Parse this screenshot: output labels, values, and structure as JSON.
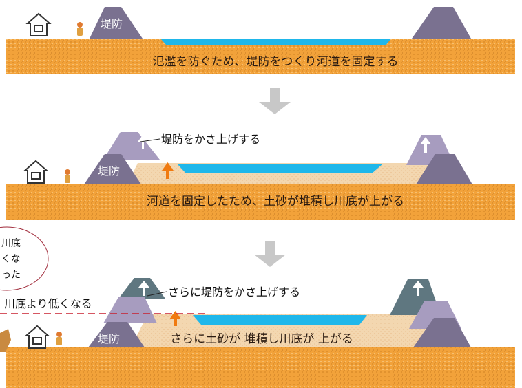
{
  "colors": {
    "ground": "#f2a23a",
    "sediment": "#f3d7b0",
    "water": "#1fb7ea",
    "embankment_dark": "#7a7190",
    "embankment_mid": "#a79cbf",
    "embankment_top": "#5f7780",
    "arrow_orange": "#f07a10",
    "arrow_gray": "#c8c8c8",
    "bubble_border": "#a02a3a",
    "dashed_line": "#c81e2e"
  },
  "icons": [
    "house-icon",
    "person-icon",
    "up-arrow-icon",
    "down-arrow-icon",
    "speech-bubble"
  ],
  "panel1": {
    "embankment_label": "堤防",
    "caption": "氾濫を防ぐため、堤防をつくり河道を固定する"
  },
  "panel2": {
    "embankment_label": "堤防",
    "callout": "堤防をかさ上げする",
    "caption": "河道を固定したため、土砂が堆積し川底が上がる"
  },
  "panel3": {
    "embankment_label": "堤防",
    "callout": "さらに堤防をかさ上げする",
    "caption": "さらに土砂が 堆積し川底が 上がる",
    "level_label": "川底より低くなる",
    "bubble_lines": [
      "川底",
      "くな",
      "った"
    ]
  }
}
